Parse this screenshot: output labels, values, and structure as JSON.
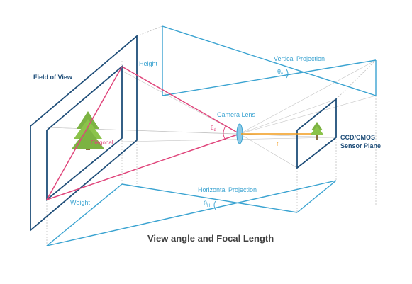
{
  "labels": {
    "field_of_view": "Field of View",
    "height": "Height",
    "vertical_projection": "Vertical Projection",
    "theta_v": "θ",
    "theta_v_sub": "v",
    "camera_lens": "Camera Lens",
    "theta_d": "θ",
    "theta_d_sub": "d",
    "diagonal": "Diagonal",
    "focal_f": "f",
    "sensor_line1": "CCD/CMOS",
    "sensor_line2": "Sensor Plane",
    "horizontal_projection": "Horizontal Projection",
    "theta_h": "θ",
    "theta_h_sub": "H",
    "weight": "Weight"
  },
  "caption": "View angle and Focal Length",
  "colors": {
    "navy": "#1f4e79",
    "blue": "#3aa3d1",
    "pink": "#e0457b",
    "orange": "#f29b1b",
    "tree": "#7cb342",
    "gray": "#b8b8b8"
  }
}
